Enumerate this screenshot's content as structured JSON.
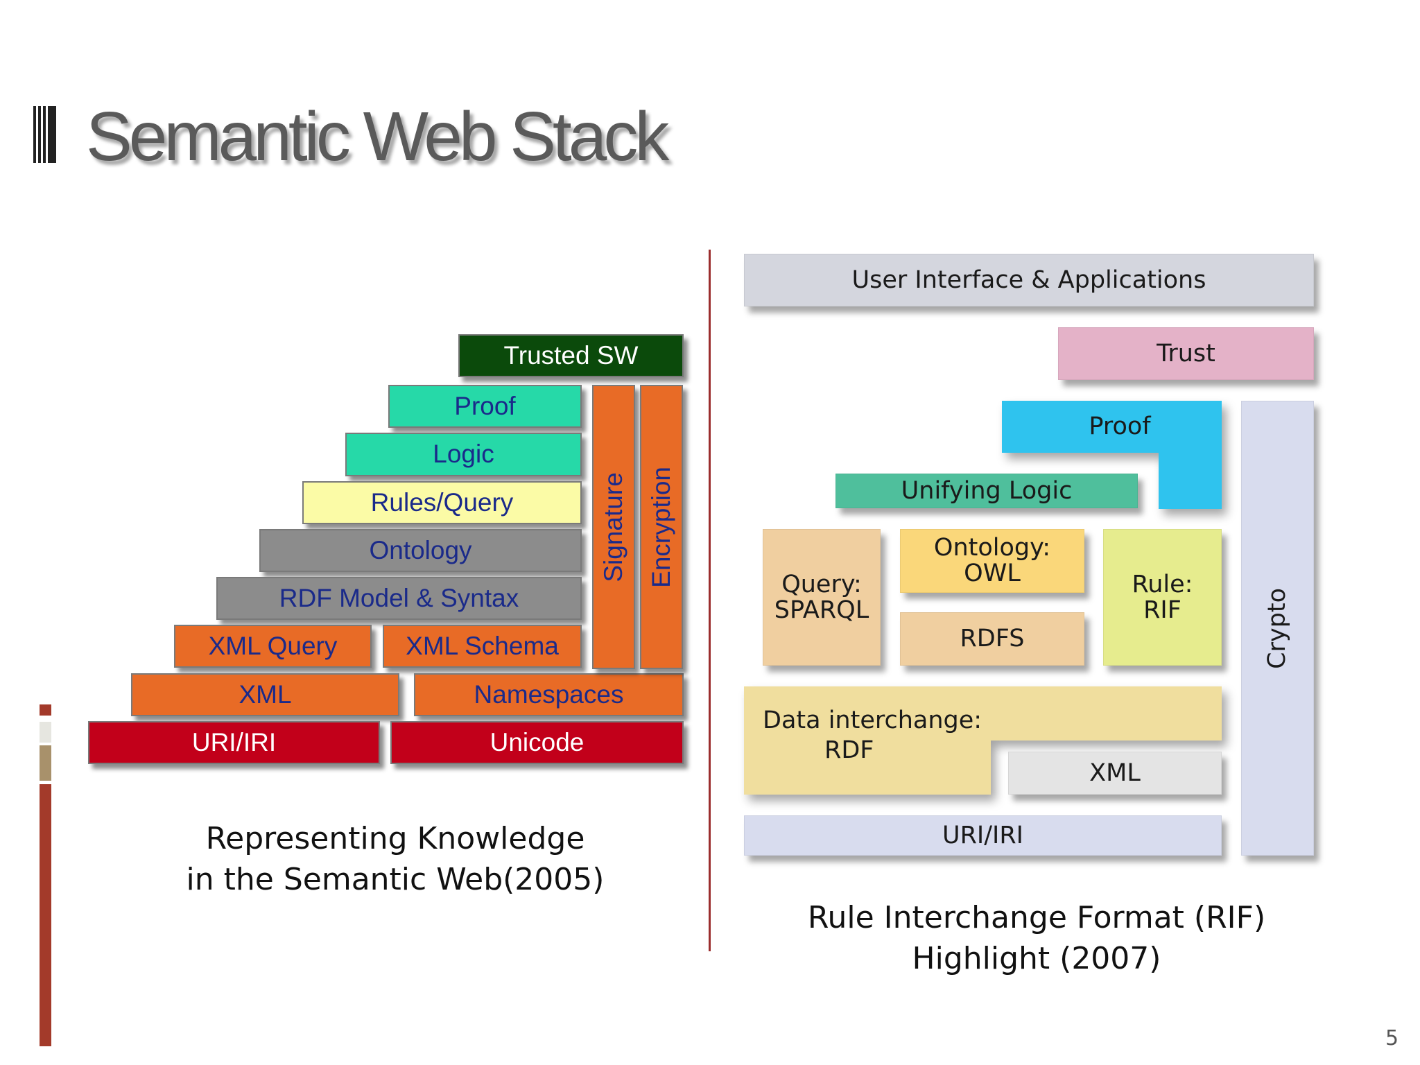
{
  "slide": {
    "title": "Semantic Web Stack",
    "page_number": "5"
  },
  "left_diagram": {
    "layers": {
      "trusted_sw": "Trusted SW",
      "proof": "Proof",
      "logic": "Logic",
      "rules_query": "Rules/Query",
      "ontology": "Ontology",
      "rdf_model": "RDF Model & Syntax",
      "xml_query": "XML Query",
      "xml_schema": "XML Schema",
      "xml": "XML",
      "namespaces": "Namespaces",
      "uri_iri": "URI/IRI",
      "unicode": "Unicode",
      "signature": "Signature",
      "encryption": "Encryption"
    },
    "caption": "Representing Knowledge\nin the Semantic Web(2005)"
  },
  "right_diagram": {
    "layers": {
      "ui_apps": "User Interface & Applications",
      "trust": "Trust",
      "proof": "Proof",
      "unifying_logic": "Unifying Logic",
      "query_sparql": "Query:\nSPARQL",
      "ontology_owl": "Ontology:\nOWL",
      "rdfs": "RDFS",
      "rule_rif": "Rule:\nRIF",
      "data_interchange": "Data interchange:\n        RDF",
      "xml": "XML",
      "uri_iri": "URI/IRI",
      "crypto": "Crypto"
    },
    "caption": "Rule Interchange Format (RIF)\nHighlight (2007)"
  },
  "colors": {
    "title_text": "#5a5a5a",
    "accent_red": "#a33a2a",
    "accent_tan": "#a8916b",
    "divider": "#9b2d2d",
    "dark_green": "#0b4a0b",
    "teal": "#26d9a8",
    "pale_yellow": "#fbfba6",
    "gray": "#8c8c8c",
    "orange": "#e86b26",
    "red": "#c2001a",
    "r_gray": "#d4d6de",
    "r_pink": "#e4b2c8",
    "r_blue": "#2fc3ee",
    "r_green": "#4fbf9c",
    "r_tan": "#f0cfa0",
    "r_yellow": "#fad77a",
    "r_lime": "#e6ec8e",
    "r_sand": "#f0de9e",
    "r_lightgray": "#e4e4e4",
    "r_lavender": "#d8dcee"
  }
}
